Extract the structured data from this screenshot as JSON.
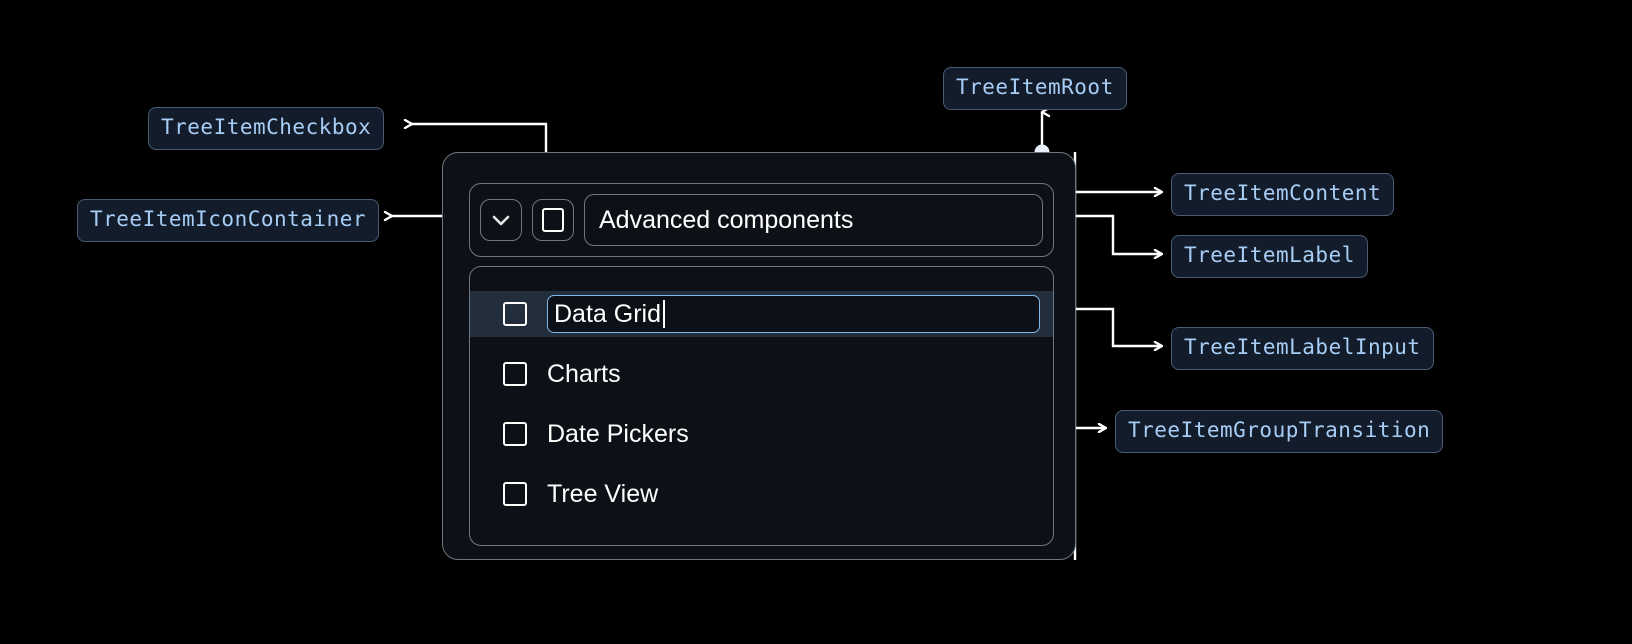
{
  "theme": {
    "background": "#000000",
    "panel_bg": "#0d1117",
    "panel_border": "#6e7781",
    "anno_bg": "#131c2b",
    "anno_border": "#4a5c74",
    "anno_text": "#a8cdf5",
    "selected_row_bg": "#232e3d",
    "input_border": "#7fb8e8",
    "connector": "#ffffff",
    "text": "#ffffff"
  },
  "annotations": [
    {
      "id": "tree-item-checkbox",
      "label": "TreeItemCheckbox"
    },
    {
      "id": "tree-item-icon-container",
      "label": "TreeItemIconContainer"
    },
    {
      "id": "tree-item-root",
      "label": "TreeItemRoot"
    },
    {
      "id": "tree-item-content",
      "label": "TreeItemContent"
    },
    {
      "id": "tree-item-label",
      "label": "TreeItemLabel"
    },
    {
      "id": "tree-item-label-input",
      "label": "TreeItemLabelInput"
    },
    {
      "id": "tree-item-group-transition",
      "label": "TreeItemGroupTransition"
    }
  ],
  "tree": {
    "root_item": {
      "label": "Advanced components",
      "expand_icon": "chevron-down-icon",
      "checkbox_checked": false
    },
    "children": [
      {
        "label": "Data Grid",
        "editing": true,
        "checkbox_checked": false
      },
      {
        "label": "Charts",
        "editing": false,
        "checkbox_checked": false
      },
      {
        "label": "Date Pickers",
        "editing": false,
        "checkbox_checked": false
      },
      {
        "label": "Tree View",
        "editing": false,
        "checkbox_checked": false
      }
    ]
  }
}
